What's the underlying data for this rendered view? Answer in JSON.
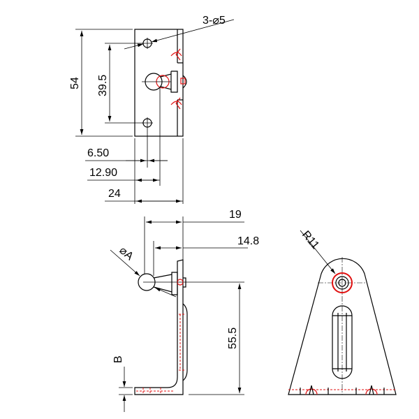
{
  "top_view": {
    "holes_label": "3-⌀5",
    "height_label": "54",
    "hole_spacing_label": "39.5",
    "offset1_label": "6.50",
    "offset2_label": "12.90",
    "width_label": "24"
  },
  "side_view": {
    "depth_label": "19",
    "ball_offset_label": "14.8",
    "ball_dia_label": "⌀A",
    "height_label": "55.5",
    "thickness_label": "B"
  },
  "front_view": {
    "radius_label": "R11"
  },
  "colors": {
    "line": "#000000",
    "hidden": "#e01010"
  }
}
